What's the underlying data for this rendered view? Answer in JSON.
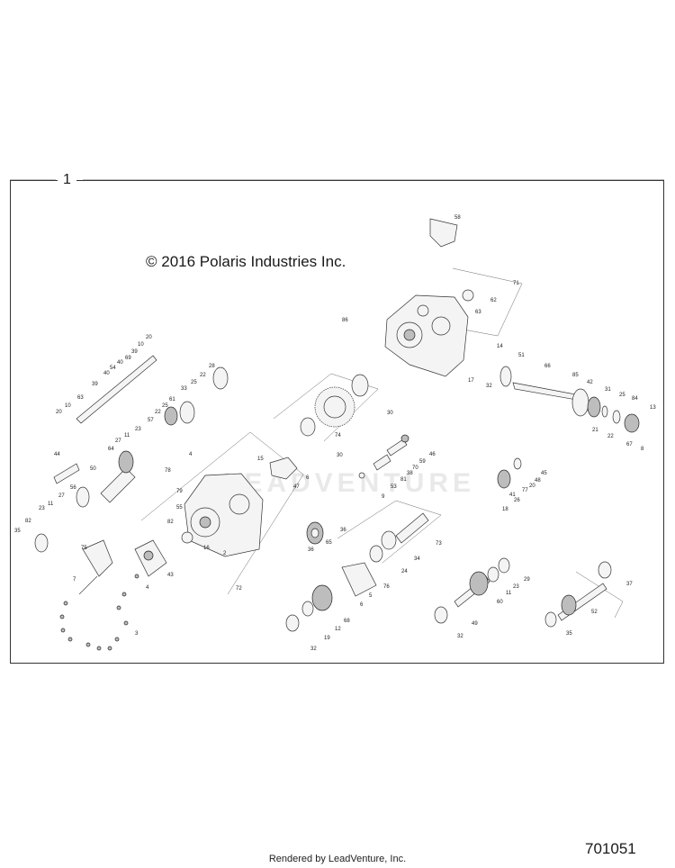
{
  "frame_label": "1",
  "copyright": "© 2016 Polaris Industries Inc.",
  "watermark": "LEADVENTURE",
  "figure_id": "701051",
  "render_credit": "Rendered by LeadVenture, Inc.",
  "callouts": [
    "58",
    "71",
    "62",
    "63",
    "86",
    "14",
    "51",
    "17",
    "32",
    "66",
    "85",
    "42",
    "31",
    "25",
    "84",
    "13",
    "21",
    "22",
    "67",
    "8",
    "20",
    "10",
    "39",
    "69",
    "40",
    "54",
    "40",
    "39",
    "63",
    "10",
    "20",
    "28",
    "22",
    "25",
    "33",
    "61",
    "25",
    "22",
    "57",
    "23",
    "27",
    "11",
    "64",
    "44",
    "50",
    "56",
    "27",
    "11",
    "23",
    "82",
    "35",
    "30",
    "74",
    "30",
    "46",
    "59",
    "70",
    "38",
    "81",
    "53",
    "9",
    "15",
    "4",
    "78",
    "79",
    "6",
    "47",
    "55",
    "82",
    "16",
    "2",
    "72",
    "75",
    "43",
    "7",
    "4",
    "3",
    "45",
    "48",
    "20",
    "77",
    "41",
    "26",
    "18",
    "36",
    "65",
    "36",
    "76",
    "73",
    "34",
    "24",
    "5",
    "6",
    "68",
    "12",
    "19",
    "32",
    "29",
    "23",
    "11",
    "60",
    "49",
    "32",
    "37",
    "52",
    "35"
  ]
}
